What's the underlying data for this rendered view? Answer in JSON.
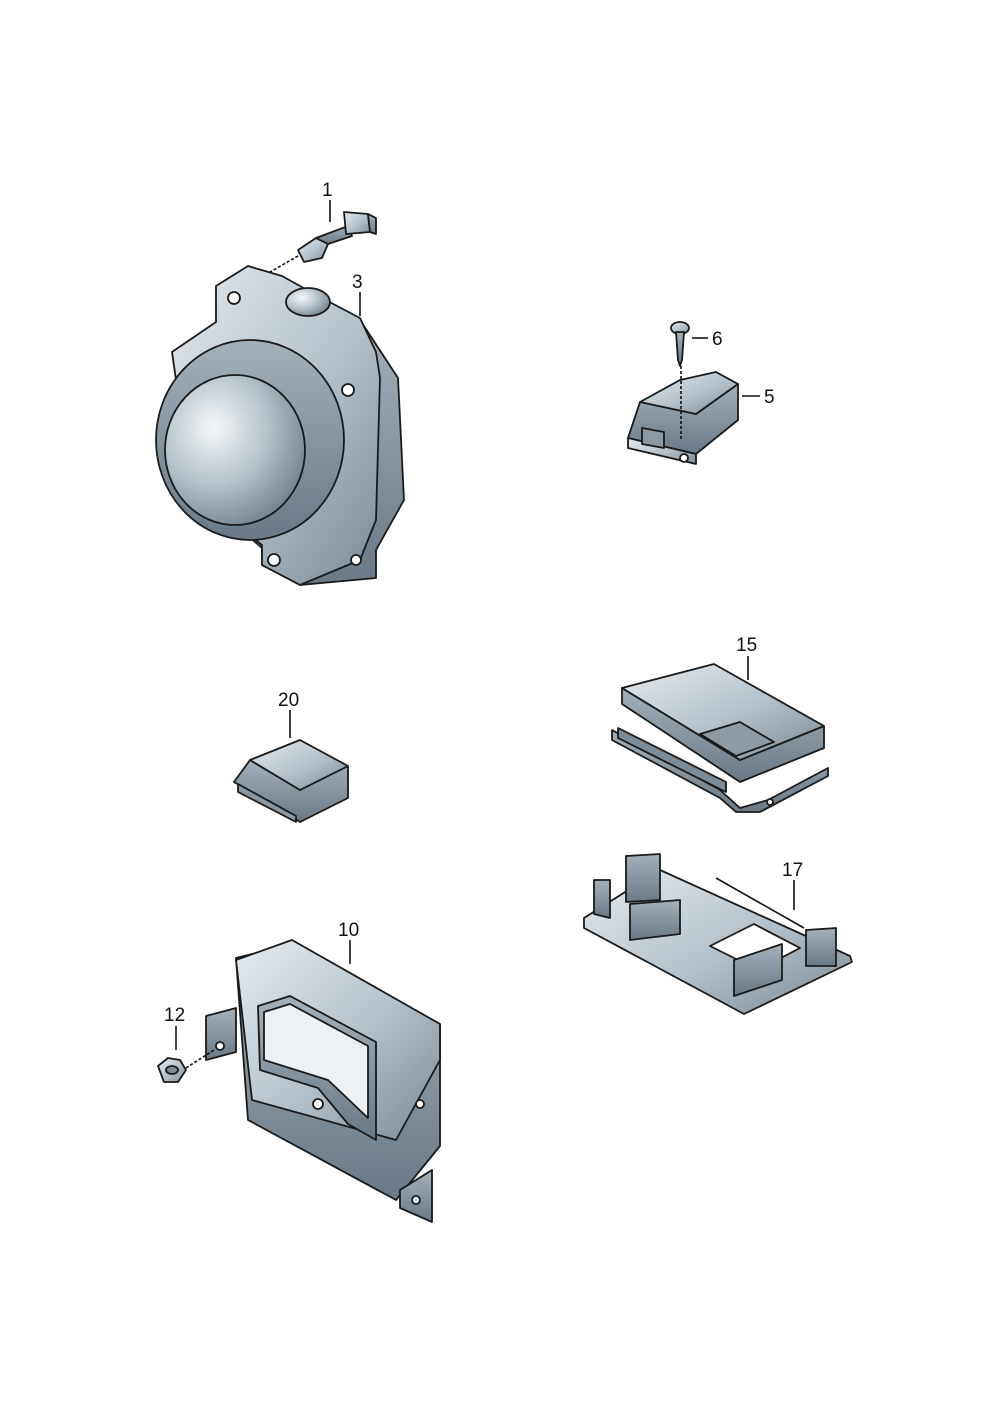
{
  "callouts": {
    "c1": "1",
    "c3": "3",
    "c5": "5",
    "c6": "6",
    "c10": "10",
    "c12": "12",
    "c15": "15",
    "c17": "17",
    "c20": "20"
  },
  "colors": {
    "part_fill_light": "#d4dde3",
    "part_fill_mid": "#a9b6c0",
    "part_fill_dark": "#6e7d88",
    "outline": "#1a1a1a"
  }
}
